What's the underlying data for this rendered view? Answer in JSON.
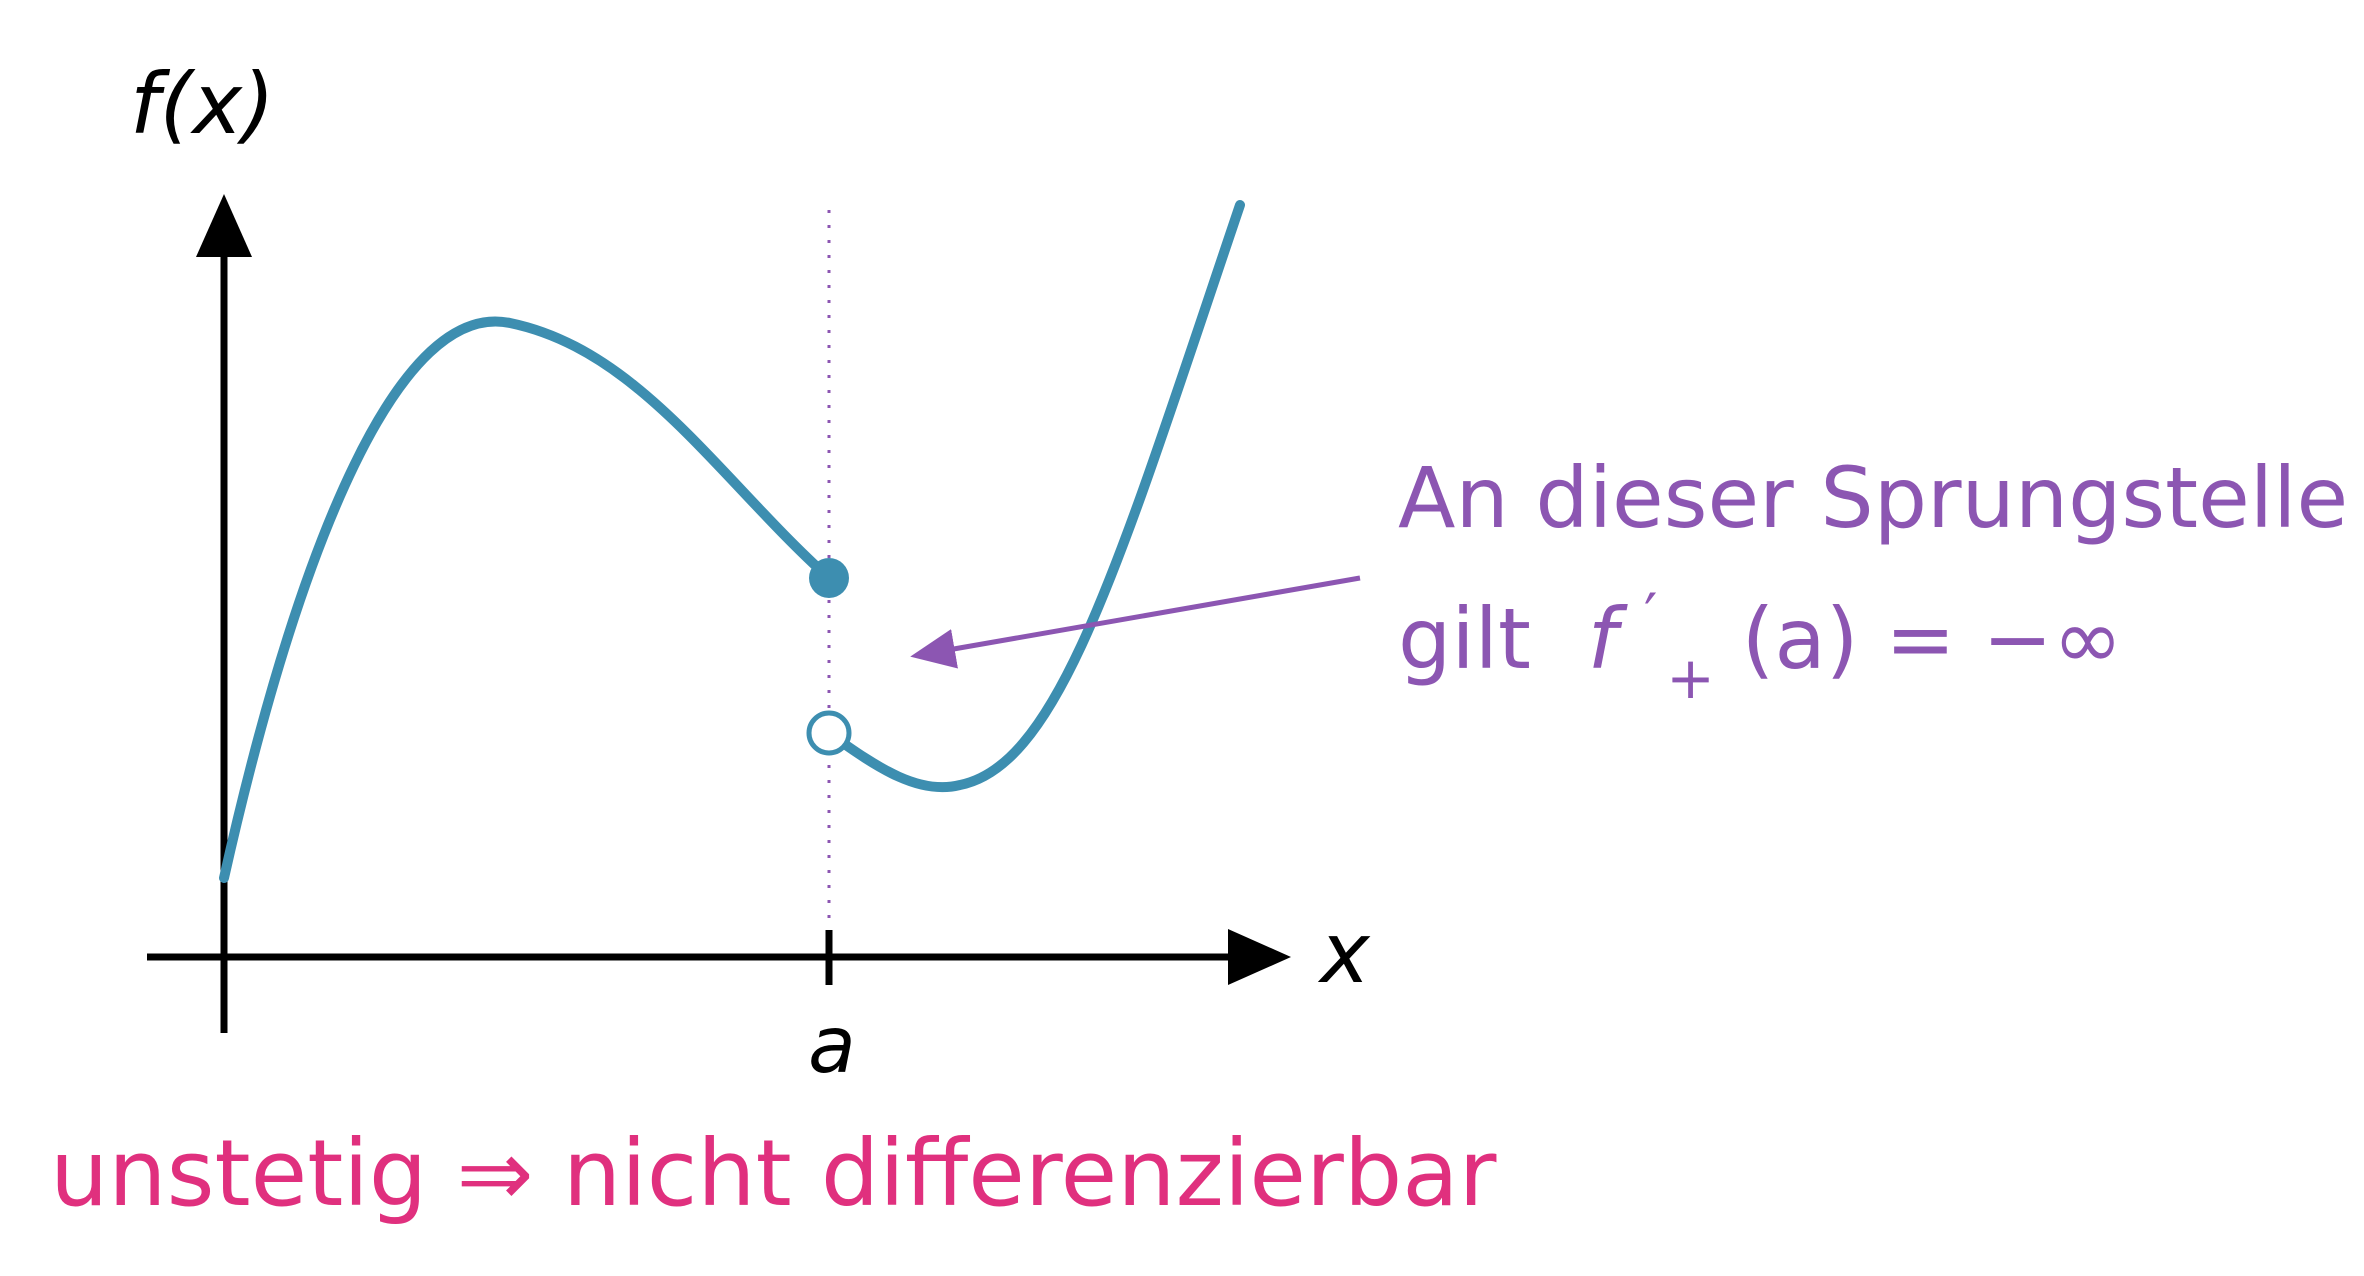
{
  "labels": {
    "y_axis": "f(x)",
    "x_axis": "x",
    "tick_a": "a"
  },
  "annotation": {
    "line1": "An dieser Sprungstelle",
    "line2_prefix": "gilt",
    "f_symbol": "f",
    "prime": "′",
    "subscript": "+",
    "expression": "(a) = −∞"
  },
  "conclusion": "unstetig ⇒ nicht differenzierbar",
  "colors": {
    "curve": "#3d8eb0",
    "annotation": "#8c56b2",
    "conclusion": "#e0307e",
    "axes": "#000000",
    "guide": "#8c56b2"
  }
}
